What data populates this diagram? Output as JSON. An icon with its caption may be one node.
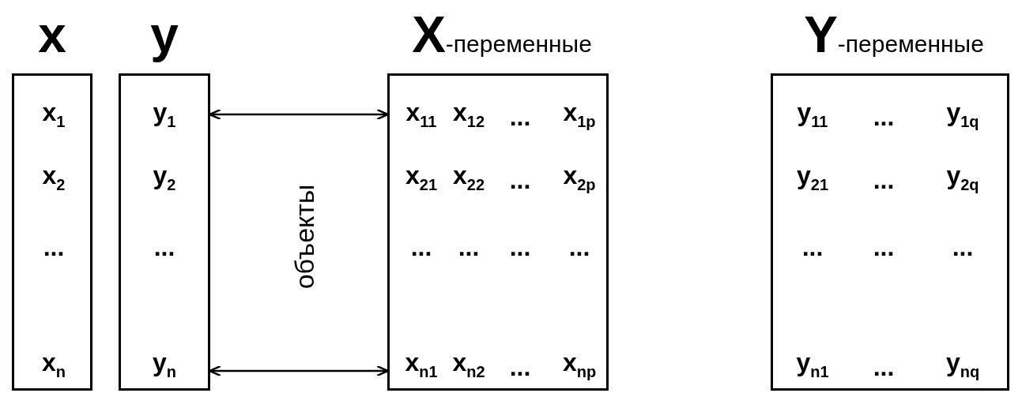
{
  "diagram": {
    "nodes": [
      {
        "text": [
          "x",
          "x$_{1}$",
          "x$_{2}$",
          "...",
          "x$_{n}$"
        ]
      },
      {
        "text": [
          "y",
          "y$_{1}$",
          "y$_{2}$",
          "...",
          "y$_{n}$"
        ]
      },
      {
        "text": [
          "X-переменные",
          "x$_{11}$",
          "x$_{12}$",
          "...",
          "x$_{1p}$",
          "x$_{21}$",
          "x$_{22}$",
          "...",
          "x$_{2p}$",
          "...",
          "...",
          "...",
          "...",
          "x$_{n1}$",
          "x$_{n2}$",
          "...",
          "x$_{np}$"
        ]
      },
      {
        "text": [
          "Y-переменные",
          "y$_{11}$",
          "...",
          "y$_{1q}$",
          "y$_{21}$",
          "...",
          "y$_{2q}$",
          "...",
          "...",
          "...",
          "y$_{n1}$",
          "...",
          "y$_{nq}$"
        ]
      }
    ],
    "edges": [
      {
        "from": 1,
        "to": 2,
        "arrow": "both"
      },
      {
        "from": 1,
        "to": 2,
        "arrow": "both"
      }
    ],
    "labels": [
      "объекты"
    ]
  }
}
